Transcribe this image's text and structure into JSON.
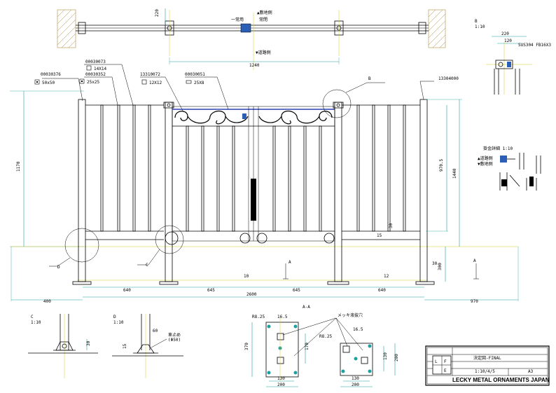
{
  "top_view": {
    "label_always_closed": "常閉",
    "label_always_used": "一常用",
    "label_site_side": "▲敷地側",
    "label_road_side": "▼道路側",
    "dim_width": "1240",
    "dim_depth": "220"
  },
  "elevation": {
    "part_codes": {
      "post_code": "00030376",
      "post_size": "50x50",
      "rail_code": "00030073",
      "rail_size": "14X14",
      "picket_code": "00030352",
      "picket_size": "25x25",
      "scroll_code": "13310072",
      "scroll_size": "12X12",
      "flat_code": "00030051",
      "flat_size": "25X8",
      "end_post_code": "13304000"
    },
    "callout_b": "B",
    "callout_c": "C",
    "callout_d": "D",
    "section_mark_a": "A",
    "dims": {
      "height_total": "1170",
      "height_gate": "970.5",
      "height_post": "1440",
      "bottom_gap": "300",
      "bottom_small": "30",
      "offset_small": "15",
      "small_30": "30",
      "base_10": "10",
      "base_12": "12",
      "left_ext": "400",
      "right_ext": "970",
      "span_1": "640",
      "span_2": "645",
      "span_3": "645",
      "span_4": "640",
      "total_width": "2600"
    }
  },
  "detail_b": {
    "label": "B",
    "scale": "1:10",
    "dim_1": "220",
    "dim_2": "120",
    "note": "SUS304 FB16X3"
  },
  "hardware_detail": {
    "title": "掛金詳細  1:10",
    "road_side": "▲道路側",
    "site_side": "▼敷地側"
  },
  "detail_c": {
    "label": "C",
    "scale": "1:10",
    "dim_1": "30"
  },
  "detail_d": {
    "label": "D",
    "scale": "1:10",
    "dim_1": "60",
    "dim_2": "15",
    "note_1": "車止め",
    "note_2": "(Φ50)"
  },
  "section_aa": {
    "title": "A-A",
    "plating_note": "メッキ液抜穴",
    "r_left": "R8.25",
    "r_right": "R8.25",
    "hole_left": "16.5",
    "hole_right": "16.5",
    "left_h_outer": "370",
    "left_h_inner": "170",
    "left_w_inner": "130",
    "left_w_outer": "200",
    "right_h_inner": "130",
    "right_h_outer": "200",
    "right_w_inner": "130",
    "right_w_outer": "200"
  },
  "title_block": {
    "drawing_name": "決定図-FINAL",
    "scale": "1:10/4/5",
    "sheet": "A3",
    "company": "LECKY METAL ORNAMENTS JAPAN",
    "logo_letters": "LFE"
  }
}
